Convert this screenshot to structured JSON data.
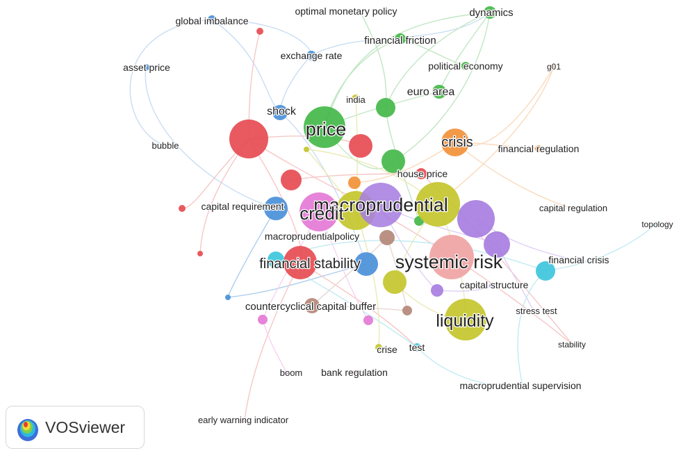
{
  "app": {
    "brand": "VOSviewer"
  },
  "clusters": {
    "red": "#e64c52",
    "green": "#44b84a",
    "blue": "#4a90d9",
    "yellow": "#c4c62d",
    "purple": "#a77ee0",
    "teal": "#3ec6dc",
    "orange": "#f2913a",
    "brown": "#b48878",
    "pink": "#e47ad6",
    "salmon": "#f0a3a3"
  },
  "terms": [
    {
      "id": "macroprudential",
      "label": "macroprudential",
      "cluster": "yellow",
      "weight": 32
    },
    {
      "id": "systemic-risk",
      "label": "systemic risk",
      "cluster": "salmon",
      "weight": 30
    },
    {
      "id": "credit",
      "label": "credit",
      "cluster": "pink",
      "weight": 26
    },
    {
      "id": "price",
      "label": "price",
      "cluster": "green",
      "weight": 28
    },
    {
      "id": "liquidity",
      "label": "liquidity",
      "cluster": "yellow",
      "weight": 28
    },
    {
      "id": "financial-stability",
      "label": "financial stability",
      "cluster": "red",
      "weight": 24
    },
    {
      "id": "crisis",
      "label": "crisis",
      "cluster": "orange",
      "weight": 20
    },
    {
      "id": "macroprudential-policy",
      "label": "macroprudentialpolicy",
      "cluster": "brown",
      "weight": 12
    },
    {
      "id": "countercyclical-capital-buffer",
      "label": "countercyclical capital buffer",
      "cluster": "brown",
      "weight": 12
    },
    {
      "id": "shock",
      "label": "shock",
      "cluster": "blue",
      "weight": 12
    },
    {
      "id": "euro-area",
      "label": "euro area",
      "cluster": "green",
      "weight": 12
    },
    {
      "id": "financial-friction",
      "label": "financial friction",
      "cluster": "green",
      "weight": 10
    },
    {
      "id": "dynamics",
      "label": "dynamics",
      "cluster": "green",
      "weight": 10
    },
    {
      "id": "political-economy",
      "label": "political economy",
      "cluster": "green",
      "weight": 8
    },
    {
      "id": "optimal-monetary-policy",
      "label": "optimal monetary policy",
      "cluster": "green",
      "weight": 6
    },
    {
      "id": "house-price",
      "label": "house price",
      "cluster": "red",
      "weight": 10
    },
    {
      "id": "capital-requirement",
      "label": "capital requirement",
      "cluster": "blue",
      "weight": 10
    },
    {
      "id": "global-imbalance",
      "label": "global imbalance",
      "cluster": "blue",
      "weight": 8
    },
    {
      "id": "exchange-rate",
      "label": "exchange rate",
      "cluster": "blue",
      "weight": 8
    },
    {
      "id": "asset-price",
      "label": "asset price",
      "cluster": "blue",
      "weight": 6
    },
    {
      "id": "bubble",
      "label": "bubble",
      "cluster": "blue",
      "weight": 5
    },
    {
      "id": "india",
      "label": "india",
      "cluster": "yellow",
      "weight": 6
    },
    {
      "id": "g01",
      "label": "g01",
      "cluster": "orange",
      "weight": 5
    },
    {
      "id": "financial-regulation",
      "label": "financial regulation",
      "cluster": "orange",
      "weight": 8
    },
    {
      "id": "capital-regulation",
      "label": "capital regulation",
      "cluster": "orange",
      "weight": 6
    },
    {
      "id": "topology",
      "label": "topology",
      "cluster": "teal",
      "weight": 5
    },
    {
      "id": "financial-crisis",
      "label": "financial crisis",
      "cluster": "teal",
      "weight": 10
    },
    {
      "id": "capital-structure",
      "label": "capital structure",
      "cluster": "purple",
      "weight": 8
    },
    {
      "id": "stress-test",
      "label": "stress test",
      "cluster": "purple",
      "weight": 7
    },
    {
      "id": "stability",
      "label": "stability",
      "cluster": "red",
      "weight": 5
    },
    {
      "id": "crise",
      "label": "crise",
      "cluster": "yellow",
      "weight": 7
    },
    {
      "id": "test",
      "label": "test",
      "cluster": "teal",
      "weight": 7
    },
    {
      "id": "boom",
      "label": "boom",
      "cluster": "pink",
      "weight": 5
    },
    {
      "id": "bank-regulation",
      "label": "bank regulation",
      "cluster": "red",
      "weight": 6
    },
    {
      "id": "macroprudential-supervision",
      "label": "macroprudential supervision",
      "cluster": "teal",
      "weight": 6
    },
    {
      "id": "early-warning-indicator",
      "label": "early warning indicator",
      "cluster": "red",
      "weight": 5
    }
  ]
}
